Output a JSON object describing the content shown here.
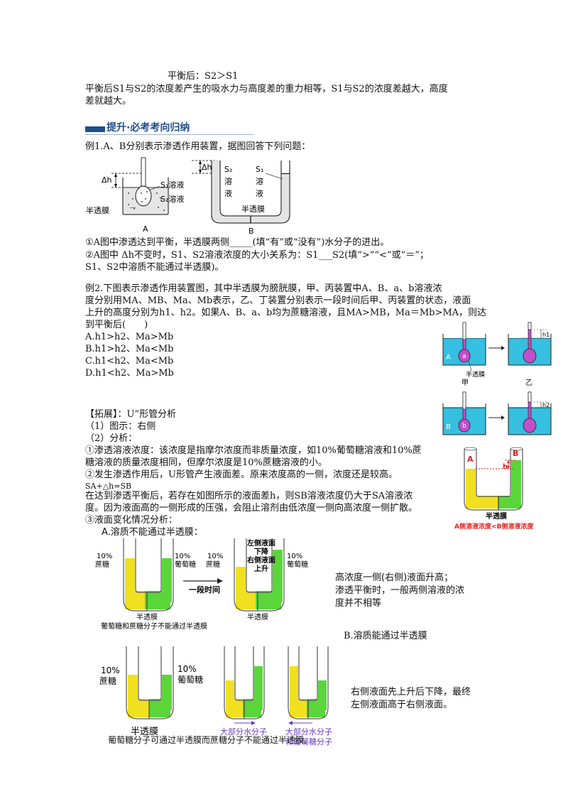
{
  "top": {
    "balance_line": "平衡后：S2＞S1",
    "para1": "平衡后S1与S2的浓度差产生的吸水力与高度差的重力相等，S1与S2的浓度差越大，高度",
    "para2": "差就越大。"
  },
  "heading": {
    "title": "提升·必考考向归纳"
  },
  "example1": {
    "intro": "例1.A、B分别表示渗透作用装置，据图回答下列问题：",
    "figA": {
      "dh": "Δh",
      "s1": "S₁溶液",
      "s2": "S₂溶液",
      "membrane": "半透膜",
      "label": "A"
    },
    "figB": {
      "dh": "Δh",
      "s2a": "S₂",
      "s2b": "溶",
      "s2c": "液",
      "s1a": "S₁",
      "s1b": "溶",
      "s1c": "液",
      "membrane": "半透膜",
      "label": "B"
    },
    "q1": "①A图中渗透达到平衡，半透膜两侧_____(填“有”或“没有”)水分子的进出。",
    "q2": "②A图中 Δh不变时，S1、S2溶液浓度的大小关系为：S1___S2(填“>”“<”或“＝”；",
    "q2b": "S1、S2中溶质不能通过半透膜)。"
  },
  "example2": {
    "l1": "例2.下图表示渗透作用装置图，其中半透膜为膀胱膜，甲、丙装置中A、B、a、b溶液浓",
    "l2": "度分别用MA、MB、Ma、Mb表示，乙、丁装置分别表示一段时间后甲、丙装置的状态，液面",
    "l3": "上升的高度分别为h1、h2。如果A、B、a、b均为蔗糖溶液，且MA>MB，Ma＝Mb>MA，则达",
    "l4": "到平衡后(　　)",
    "options": [
      "A.h1>h2、Ma>Mb",
      "B.h1>h2、Ma<Mb",
      "C.h1<h2、Ma<Mb",
      "D.h1<h2、Ma>Mb"
    ],
    "fig": {
      "A": "A",
      "a": "a",
      "B": "B",
      "b": "b",
      "h1": "h1",
      "h2": "h2",
      "membrane": "半透膜",
      "jia": "甲",
      "yi": "乙"
    }
  },
  "extension": {
    "title": "【拓展】：U”形管分析",
    "s1": "（1）图示：右侧",
    "s2": "（2）分析：",
    "p1a": "①渗透溶液浓度：该浓度是指摩尔浓度而非质量浓度，如10%葡萄糖溶液和10%蔗",
    "p1b": "糖溶液的质量浓度相同，但摩尔浓度是10%蔗糖溶液的小。",
    "p2": "②发生渗透作用后，U形管产生液面差。原来浓度高的一侧，浓度还是较高。",
    "formula": "SA+△h=SB",
    "p3a": "在达到渗透平衡后，若存在如图所示的液面差h，则SB溶液浓度仍大于SA溶液浓",
    "p3b": "度。因为液面高的一侧形成的压强，会阻止溶剂由低浓度一侧向高浓度一侧扩散。",
    "p4": "③液面变化情况分析：",
    "caseA": "A.溶质不能通过半透膜：",
    "utube": {
      "A": "A",
      "B": "B",
      "h": "h",
      "membrane": "半透膜",
      "caption": "A侧溶液浓度<B侧溶液浓度"
    }
  },
  "figA_case": {
    "sucrose_pct": "10%",
    "sucrose": "蔗糖",
    "glucose_pct": "10%",
    "glucose": "葡萄糖",
    "arrow_label": "一段时间",
    "center1": "左侧液面",
    "center2": "下降",
    "center3": "右侧液面",
    "center4": "上升",
    "membrane": "半透膜",
    "caption": "葡萄糖和蔗糖分子不能通过半透膜",
    "note1": "高浓度一侧(右侧)液面升高；",
    "note2": "渗透平衡时，一般两侧溶液的浓",
    "note3": "度并不相等"
  },
  "caseB": "B.溶质能通过半透膜",
  "figB_case": {
    "sucrose_pct": "10%",
    "sucrose": "蔗糖",
    "glucose_pct": "10%",
    "glucose": "葡萄糖",
    "membrane": "半透膜",
    "label1": "大部分水分子",
    "label2a": "大部分水分子",
    "label2b": "和葡萄糖分子",
    "caption": "葡萄糖分子可通过半透膜而蔗糖分子不能通过半透膜。",
    "note1": "右侧液面先上升后下降，最终",
    "note2": "左侧液面高于右侧液面。"
  },
  "colors": {
    "blue_heading": "#1f4e8c",
    "water": "#35bfe0",
    "purple": "#c24fc9",
    "yellow": "#f0e020",
    "green": "#5ad63a",
    "red": "#e0201a",
    "arrow_purple": "#6a3cc4"
  }
}
